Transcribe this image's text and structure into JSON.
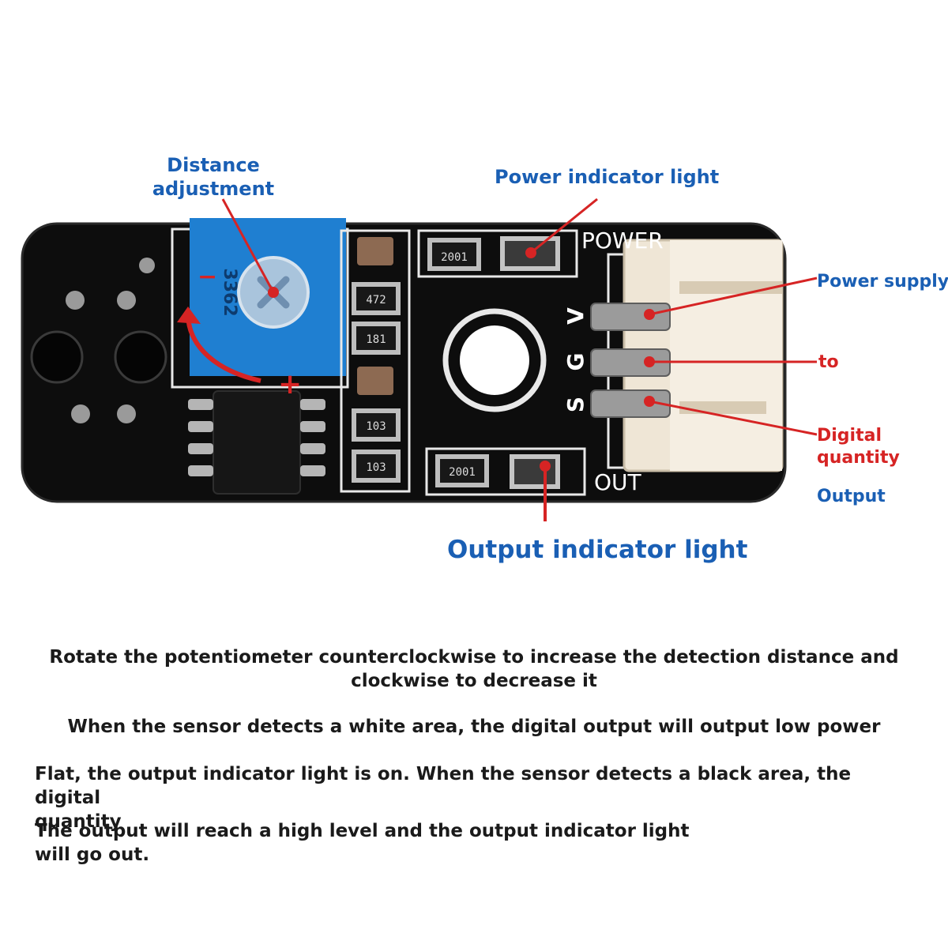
{
  "labels": {
    "distance_adjustment_line1": "Distance",
    "distance_adjustment_line2": "adjustment",
    "power_indicator": "Power indicator light",
    "power_supply": "Power supply",
    "to": "to",
    "digital_quantity_line1": "Digital",
    "digital_quantity_line2": "quantity",
    "output": "Output",
    "output_indicator": "Output indicator light"
  },
  "board": {
    "power_silk": "POWER",
    "out_silk": "OUT",
    "pin_v": "V",
    "pin_g": "G",
    "pin_s": "S",
    "pot_code": "3362",
    "minus": "−",
    "plus": "+",
    "resistors": [
      "2001",
      "472",
      "181",
      "103",
      "103",
      "2001"
    ]
  },
  "captions": {
    "line1a": "Rotate the potentiometer counterclockwise to increase the detection distance and",
    "line1b": "clockwise to decrease it",
    "line2": "When the sensor detects a white area, the digital output will output low power",
    "line3a": "Flat, the output indicator light is on. When the sensor detects a black area, the digital",
    "line3b": "quantity",
    "line4a": "The output will reach a high level and the output indicator light",
    "line4b": "will go out."
  },
  "colors": {
    "label_blue": "#1a5fb4",
    "pointer_red": "#d62424",
    "pcb_black": "#0d0d0d",
    "pot_blue": "#1f7fd1",
    "connector_beige": "#efe6d6"
  }
}
